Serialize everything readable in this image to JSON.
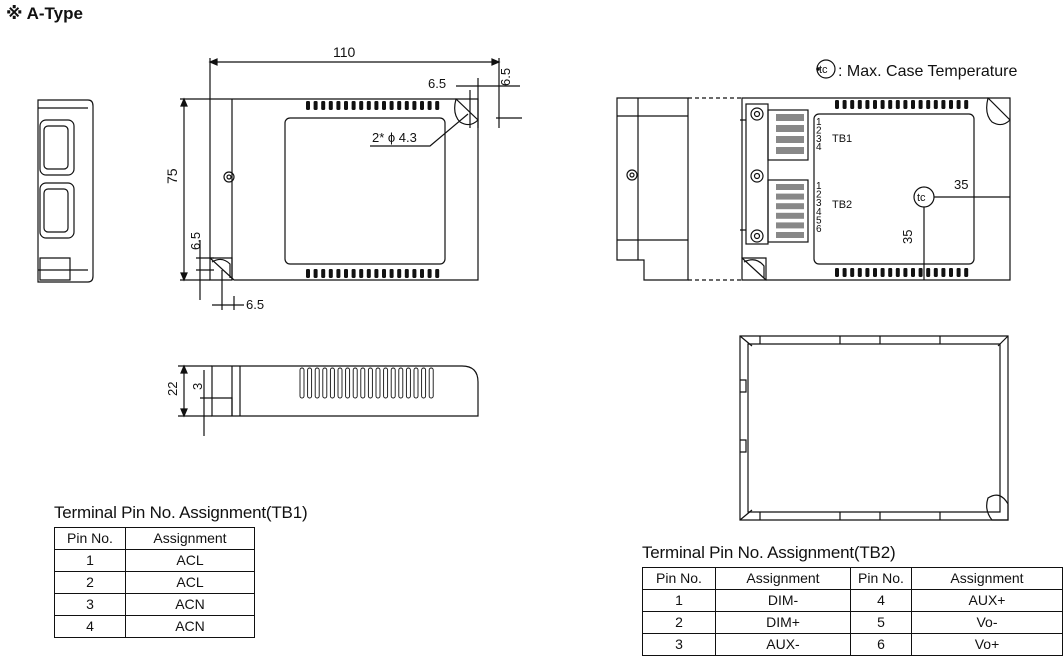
{
  "title": "※ A-Type",
  "dimensions": {
    "width": "110",
    "height": "75",
    "depth": "22",
    "foot": "3",
    "hole_offset": "6.5",
    "hole_note": "2* ϕ 4.3",
    "tc_offset": "35"
  },
  "tc_legend": {
    "symbol": "tc",
    "text": ": Max. Case Temperature"
  },
  "terminal_labels": {
    "tb1": "TB1",
    "tb2": "TB2",
    "tb1_pins": [
      "1",
      "2",
      "3",
      "4"
    ],
    "tb2_pins": [
      "1",
      "2",
      "3",
      "4",
      "5",
      "6"
    ]
  },
  "tb1_table": {
    "title": "Terminal Pin No. Assignment(TB1)",
    "headers": [
      "Pin No.",
      "Assignment"
    ],
    "rows": [
      [
        "1",
        "ACL"
      ],
      [
        "2",
        "ACL"
      ],
      [
        "3",
        "ACN"
      ],
      [
        "4",
        "ACN"
      ]
    ]
  },
  "tb2_table": {
    "title": "Terminal Pin No. Assignment(TB2)",
    "headers": [
      "Pin No.",
      "Assignment",
      "Pin No.",
      "Assignment"
    ],
    "rows": [
      [
        "1",
        "DIM-",
        "4",
        "AUX+"
      ],
      [
        "2",
        "DIM+",
        "5",
        "Vo-"
      ],
      [
        "3",
        "AUX-",
        "6",
        "Vo+"
      ]
    ]
  }
}
